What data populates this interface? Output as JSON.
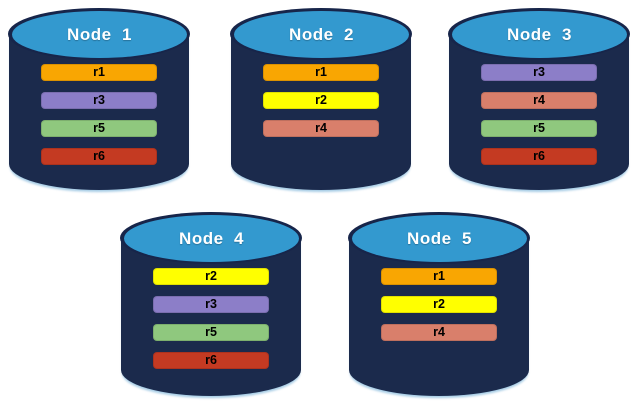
{
  "diagram": {
    "description": "Five database nodes with replicated partitions",
    "colors": {
      "cylinder_body": "#1B2A4C",
      "cylinder_rim": "#17254A",
      "cylinder_top": "#3399CF",
      "node_label_text": "#FFFFFF",
      "bar_text": "#000000",
      "background": "#FFFFFF"
    },
    "replica_colors": {
      "r1": "#F9A602",
      "r2": "#FFFF00",
      "r3": "#8C7EC8",
      "r4": "#D97F6B",
      "r5": "#8FC87E",
      "r6": "#C43A22"
    },
    "nodes": [
      {
        "label": "Node  1",
        "replicas": [
          "r1",
          "r3",
          "r5",
          "r6"
        ]
      },
      {
        "label": "Node  2",
        "replicas": [
          "r1",
          "r2",
          "r4"
        ]
      },
      {
        "label": "Node  3",
        "replicas": [
          "r3",
          "r4",
          "r5",
          "r6"
        ]
      },
      {
        "label": "Node  4",
        "replicas": [
          "r2",
          "r3",
          "r5",
          "r6"
        ]
      },
      {
        "label": "Node  5",
        "replicas": [
          "r1",
          "r2",
          "r4"
        ]
      }
    ]
  }
}
